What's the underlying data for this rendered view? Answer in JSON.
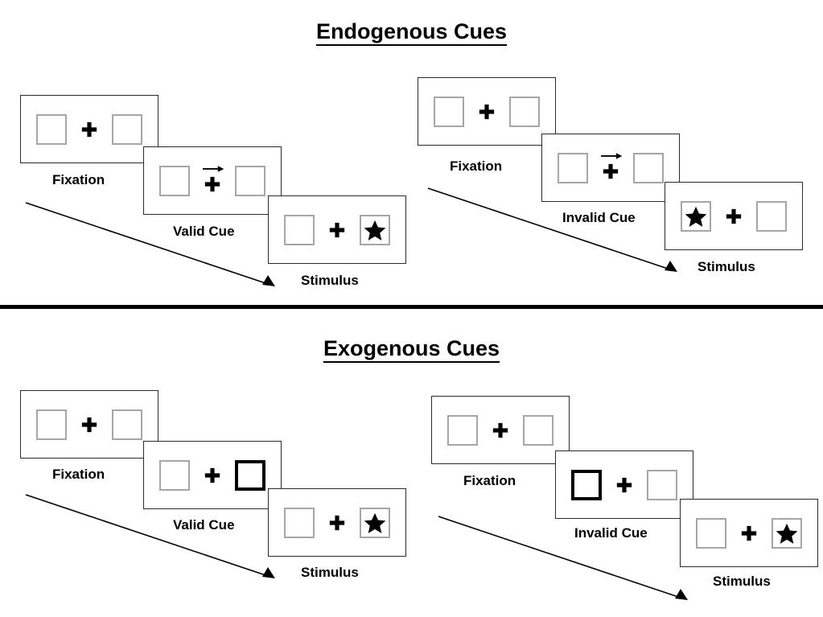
{
  "figure": {
    "title_endogenous": "Endogenous Cues",
    "title_exogenous": "Exogenous Cues"
  },
  "sections": [
    {
      "name": "endogenous",
      "title": "Endogenous Cues",
      "panels": [
        {
          "name": "endogenous-valid",
          "cards": [
            {
              "label": "Fixation",
              "left_box": "empty",
              "right_box": "empty",
              "cue": "none",
              "arrow_direction": ""
            },
            {
              "label": "Valid Cue",
              "left_box": "empty",
              "right_box": "empty",
              "cue": "arrow",
              "arrow_direction": "right"
            },
            {
              "label": "Stimulus",
              "left_box": "empty",
              "right_box": "star",
              "cue": "none",
              "arrow_direction": ""
            }
          ]
        },
        {
          "name": "endogenous-invalid",
          "cards": [
            {
              "label": "Fixation",
              "left_box": "empty",
              "right_box": "empty",
              "cue": "none",
              "arrow_direction": ""
            },
            {
              "label": "Invalid Cue",
              "left_box": "empty",
              "right_box": "empty",
              "cue": "arrow",
              "arrow_direction": "right"
            },
            {
              "label": "Stimulus",
              "left_box": "star",
              "right_box": "empty",
              "cue": "none",
              "arrow_direction": ""
            }
          ]
        }
      ]
    },
    {
      "name": "exogenous",
      "title": "Exogenous Cues",
      "panels": [
        {
          "name": "exogenous-valid",
          "cards": [
            {
              "label": "Fixation",
              "left_box": "empty",
              "right_box": "empty",
              "cue": "none",
              "arrow_direction": ""
            },
            {
              "label": "Valid Cue",
              "left_box": "empty",
              "right_box": "highlight",
              "cue": "none",
              "arrow_direction": ""
            },
            {
              "label": "Stimulus",
              "left_box": "empty",
              "right_box": "star",
              "cue": "none",
              "arrow_direction": ""
            }
          ]
        },
        {
          "name": "exogenous-invalid",
          "cards": [
            {
              "label": "Fixation",
              "left_box": "empty",
              "right_box": "empty",
              "cue": "none",
              "arrow_direction": ""
            },
            {
              "label": "Invalid Cue",
              "left_box": "highlight",
              "right_box": "empty",
              "cue": "none",
              "arrow_direction": ""
            },
            {
              "label": "Stimulus",
              "left_box": "empty",
              "right_box": "star",
              "cue": "none",
              "arrow_direction": ""
            }
          ]
        }
      ]
    }
  ],
  "colors": {
    "box_border": "#a6a6a6",
    "box_border_cued": "#000000",
    "card_border": "#2b2b2b",
    "text": "#000000",
    "divider": "#000000",
    "background": "#ffffff"
  }
}
